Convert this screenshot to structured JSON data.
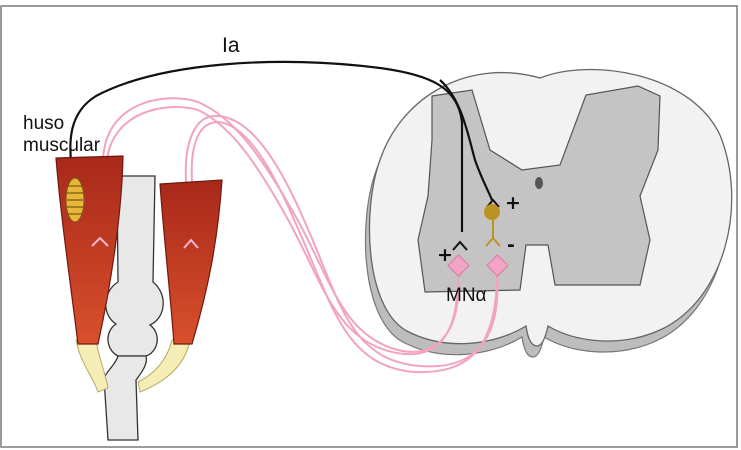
{
  "labels": {
    "ia": "Ia",
    "huso_line1": "huso",
    "huso_line2": "muscular",
    "mn": "MNα",
    "plus_upper": "+",
    "plus_lower": "+",
    "minus": "-"
  },
  "colors": {
    "muscle_top": "#a8281a",
    "muscle_bottom": "#d8502c",
    "tendon": "#f4eeb6",
    "spindle": "#e8b63a",
    "bone": "#e8e8e8",
    "cord_white": "#f2f2f2",
    "cord_shadow": "#bdbdbd",
    "gray_matter": "#c4c4c4",
    "motoneuron": "#f3a3c6",
    "interneuron": "#b99423",
    "afferent_ia": "#111111",
    "efferent_axon": "#f2a3c0"
  },
  "icons": {
    "motoneuron_left": "pink-diamond-icon",
    "motoneuron_right": "pink-diamond-icon",
    "interneuron": "interneuron-soma-icon",
    "spindle": "muscle-spindle-icon"
  }
}
